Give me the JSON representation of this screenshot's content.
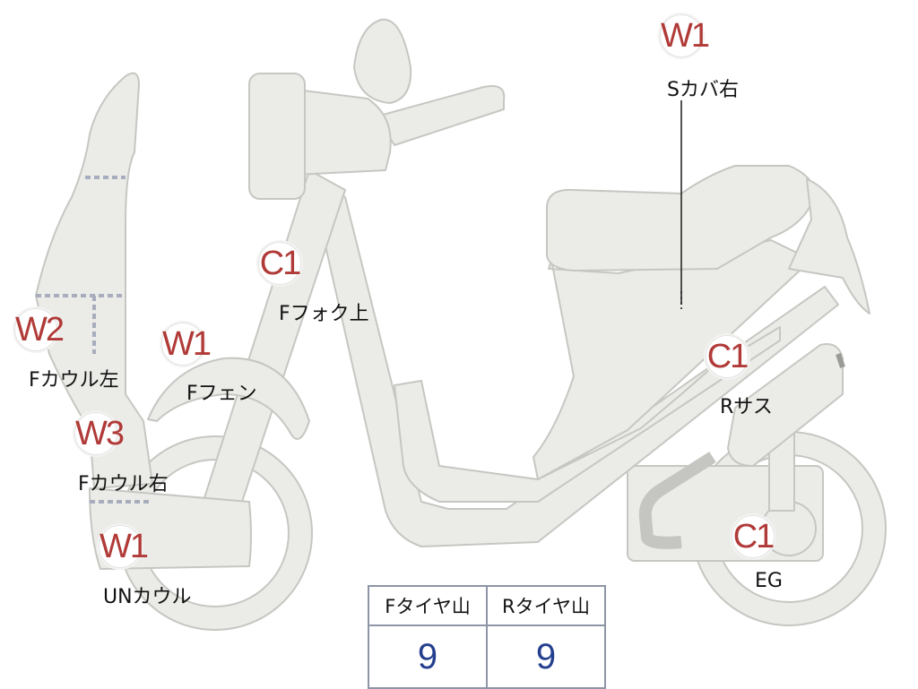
{
  "colors": {
    "body_fill": "#ebebe8",
    "outline": "#c6c6c2",
    "marker_text": "#b03a37",
    "table_border": "#8d95a6",
    "table_value": "#243f8e"
  },
  "markers": {
    "s_cover_right": {
      "code": "W1",
      "label": "Sカバ右"
    },
    "f_fork_upper": {
      "code": "C1",
      "label": "Fフォク上"
    },
    "f_cowl_left": {
      "code": "W2",
      "label": "Fカウル左"
    },
    "f_fender": {
      "code": "W1",
      "label": "Fフェン"
    },
    "r_suspension": {
      "code": "C1",
      "label": "Rサス"
    },
    "f_cowl_right": {
      "code": "W3",
      "label": "Fカウル右"
    },
    "under_cowl": {
      "code": "W1",
      "label": "UNカウル"
    },
    "engine": {
      "code": "C1",
      "label": "EG"
    }
  },
  "tread_table": {
    "headers": [
      "Fタイヤ山",
      "Rタイヤ山"
    ],
    "values": [
      "9",
      "9"
    ]
  }
}
